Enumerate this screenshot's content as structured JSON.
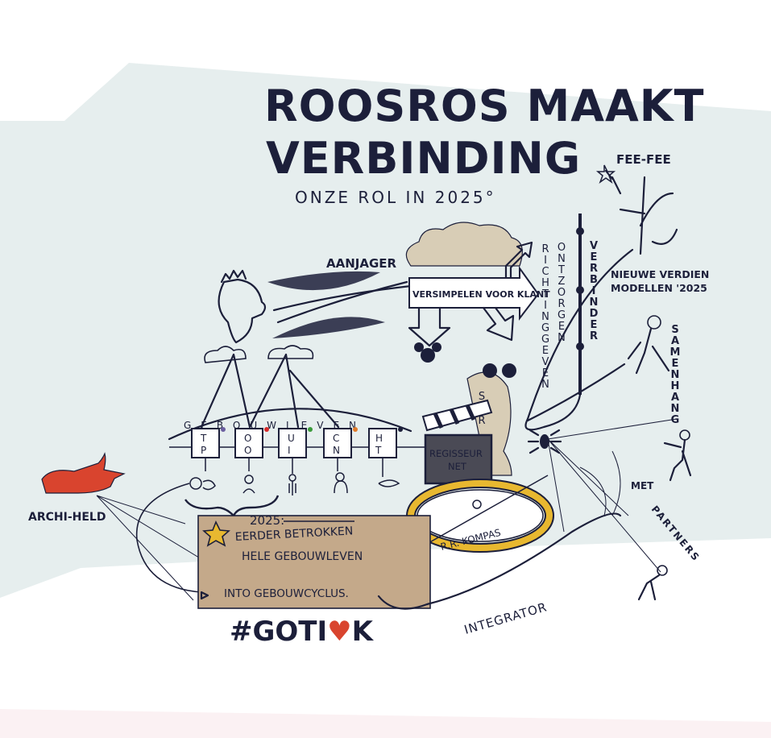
{
  "title": {
    "line1": "ROOSROS MAAKT",
    "line2": "VERBINDING",
    "subtitle": "ONZE ROL IN 2025°"
  },
  "labels": {
    "aanjager": "AANJAGER",
    "versimpelen": "VERSIMPELEN VOOR KLANT",
    "richting_geven": "RICHTINGGEVEN",
    "ontzorgen": "ONTZORGEN",
    "verbinder": "VERBINDER",
    "fee_fee": "FEE-FEE",
    "nieuwe_verdien_1": "NIEUWE VERDIEN",
    "nieuwe_verdien_2": "MODELLEN '2025",
    "samenhang": "SAMENHANG",
    "met": "MET",
    "partners": "PARTNERS",
    "gebouwleven_arc": "GEBOUWLEVEN",
    "scr": "SCR",
    "regisseur_1": "REGISSEUR",
    "regisseur_2": "NET",
    "kompas": "R.R. KOMPAS",
    "archi_held": "ARCHI-HELD",
    "integrator": "INTEGRATOR",
    "hashtag": "#GOTI♥K"
  },
  "boxes": [
    {
      "top": "T",
      "bottom": "P",
      "dot": "#6b5fa0"
    },
    {
      "top": "O",
      "bottom": "O",
      "dot": "#d62a2a"
    },
    {
      "top": "U",
      "bottom": "I",
      "dot": "#3a9a3a"
    },
    {
      "top": "C",
      "bottom": "N",
      "dot": "#e07a2a"
    },
    {
      "top": "H",
      "bottom": "T",
      "dot": "#1c1f3a"
    }
  ],
  "note": {
    "year": "2025:",
    "line1": "EERDER BETROKKEN",
    "line2": "HELE GEBOUWLEVEN",
    "line3": "INTO GEBOUWCYCLUS."
  },
  "colors": {
    "ink": "#1c1f3a",
    "band": "#e6eeee",
    "note_fill": "#c4a98a",
    "gold": "#e8b830",
    "hand_red": "#d9442e",
    "cloud": "#d8cdb6"
  }
}
